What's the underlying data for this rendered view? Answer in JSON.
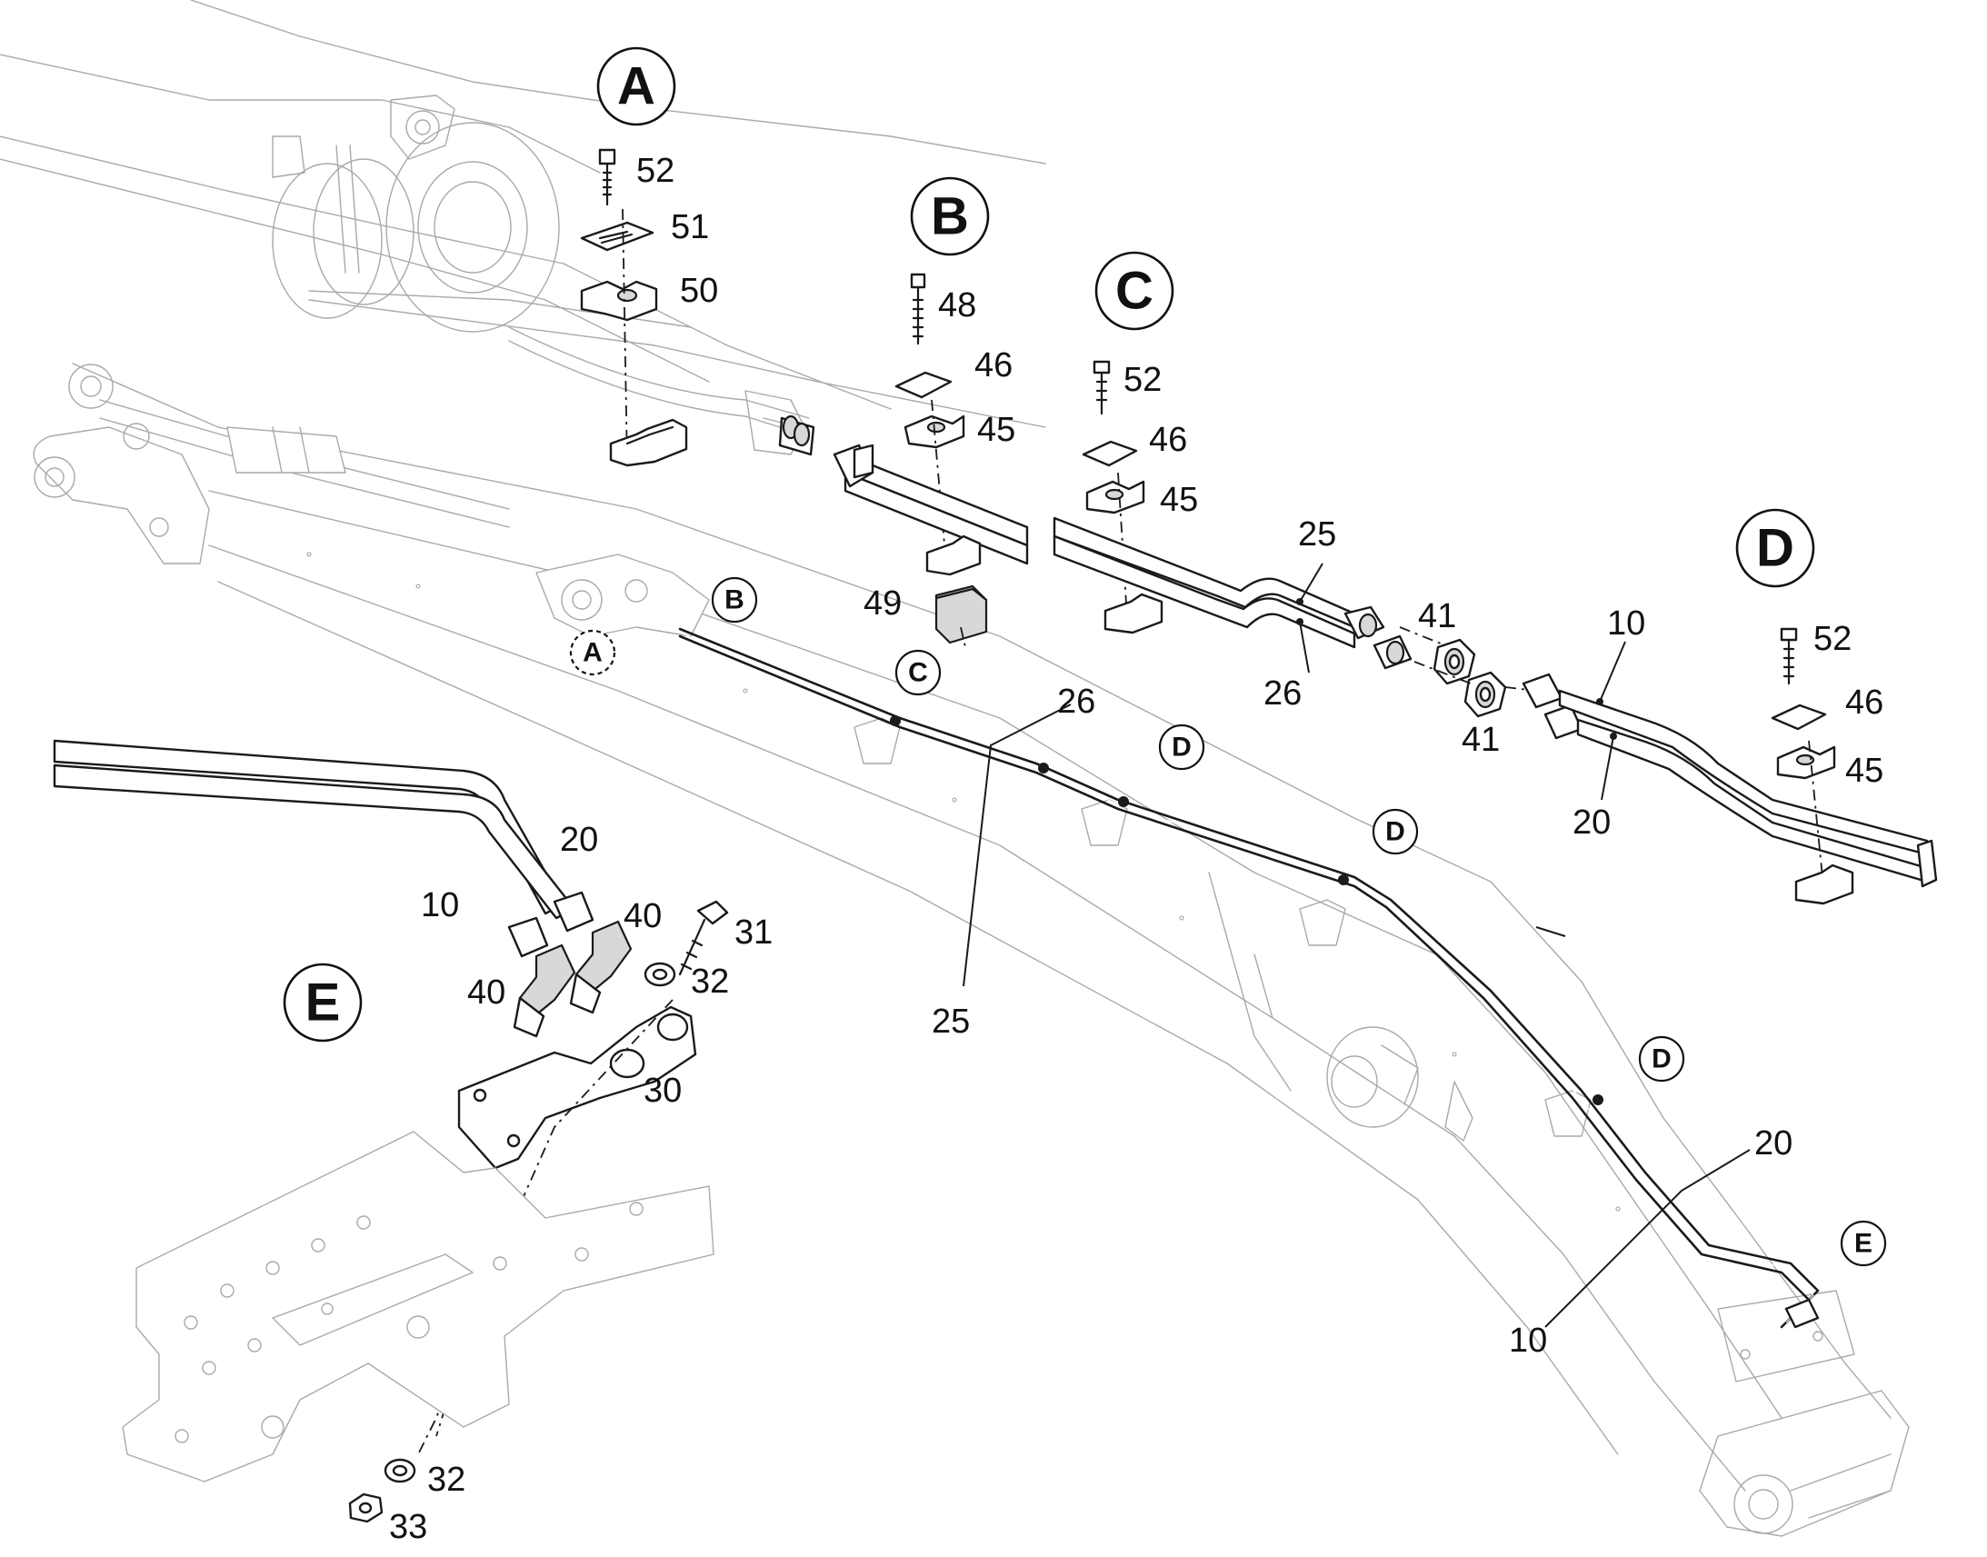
{
  "detail_views": [
    {
      "letter": "A"
    },
    {
      "letter": "B"
    },
    {
      "letter": "C"
    },
    {
      "letter": "D"
    },
    {
      "letter": "E"
    }
  ],
  "location_markers": [
    "B",
    "A",
    "C",
    "D",
    "D",
    "D",
    "E"
  ],
  "part_callouts": {
    "a_52": "52",
    "a_51": "51",
    "a_50": "50",
    "b_48": "48",
    "b_46": "46",
    "b_45": "45",
    "b_49": "49",
    "c_52": "52",
    "c_46": "46",
    "c_45": "45",
    "c_25": "25",
    "c_26": "26",
    "c_41_top": "41",
    "c_41_bottom": "41",
    "d_10": "10",
    "d_20": "20",
    "d_52": "52",
    "d_46": "46",
    "d_45": "45",
    "boom_26": "26",
    "boom_25": "25",
    "boom_20": "20",
    "boom_10": "10",
    "e_20": "20",
    "e_10": "10",
    "e_40_top": "40",
    "e_40_left": "40",
    "e_31": "31",
    "e_32_top": "32",
    "e_30": "30",
    "e_32_bottom": "32",
    "e_33": "33"
  }
}
